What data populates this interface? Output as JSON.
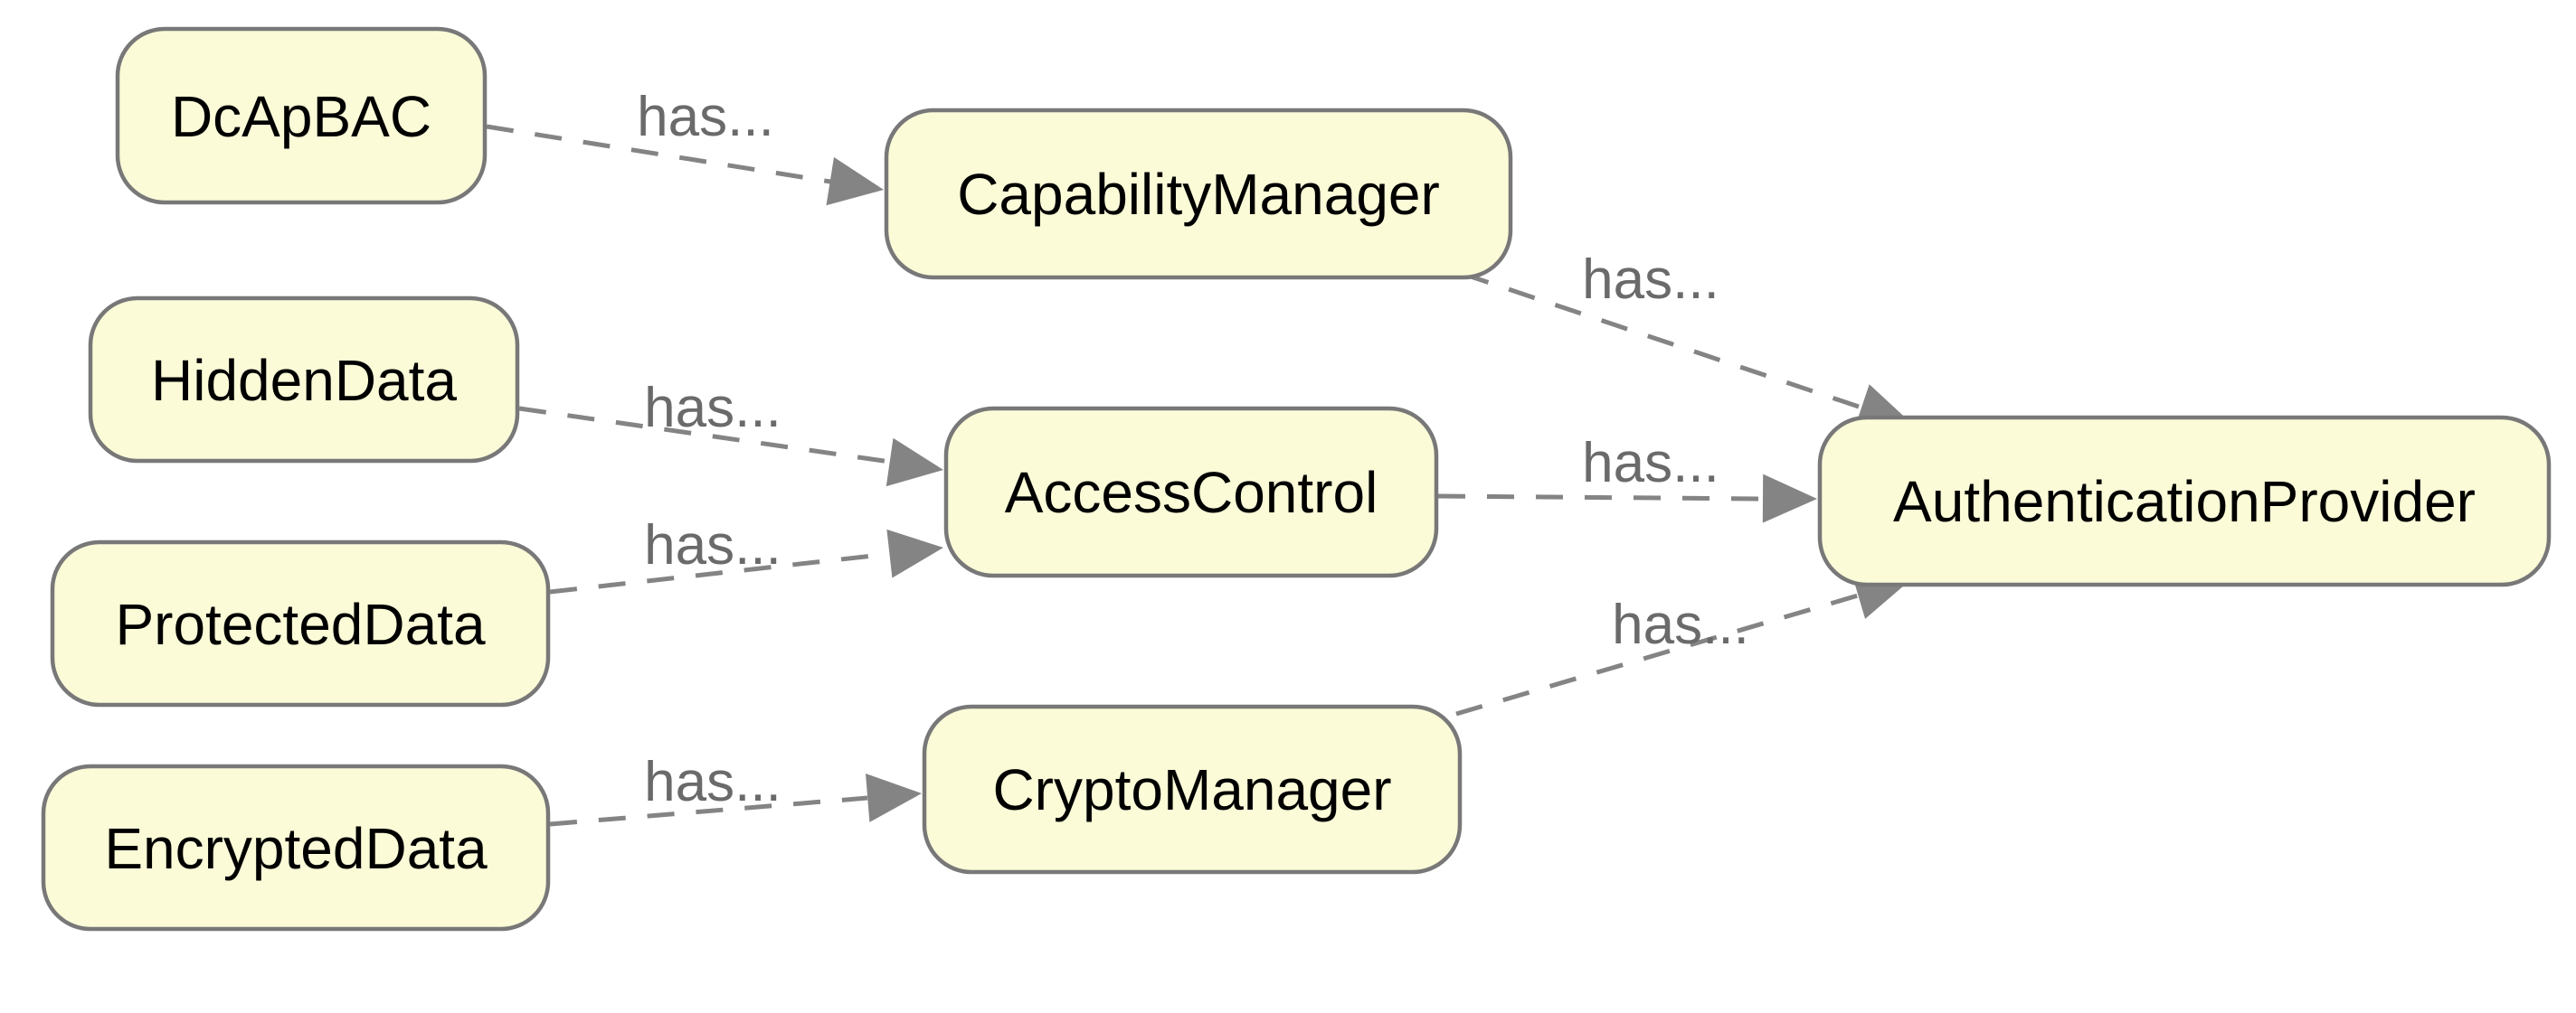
{
  "diagram": {
    "background_color": "#ffffff",
    "node_fill_color": "#fbfbd8",
    "node_border_color": "#787878",
    "node_text_color": "#000000",
    "edge_line_color": "#848484",
    "edge_label_color": "#6a6a6a",
    "nodes": [
      {
        "label": "DcApBAC"
      },
      {
        "label": "HiddenData"
      },
      {
        "label": "ProtectedData"
      },
      {
        "label": "EncryptedData"
      },
      {
        "label": "CapabilityManager"
      },
      {
        "label": "AccessControl"
      },
      {
        "label": "CryptoManager"
      },
      {
        "label": "AuthenticationProvider"
      }
    ],
    "edges": [
      {
        "from": "DcApBAC",
        "to": "CapabilityManager",
        "label": "has..."
      },
      {
        "from": "HiddenData",
        "to": "AccessControl",
        "label": "has..."
      },
      {
        "from": "ProtectedData",
        "to": "AccessControl",
        "label": "has..."
      },
      {
        "from": "EncryptedData",
        "to": "CryptoManager",
        "label": "has..."
      },
      {
        "from": "CapabilityManager",
        "to": "AuthenticationProvider",
        "label": "has..."
      },
      {
        "from": "AccessControl",
        "to": "AuthenticationProvider",
        "label": "has..."
      },
      {
        "from": "CryptoManager",
        "to": "AuthenticationProvider",
        "label": "has..."
      }
    ]
  }
}
